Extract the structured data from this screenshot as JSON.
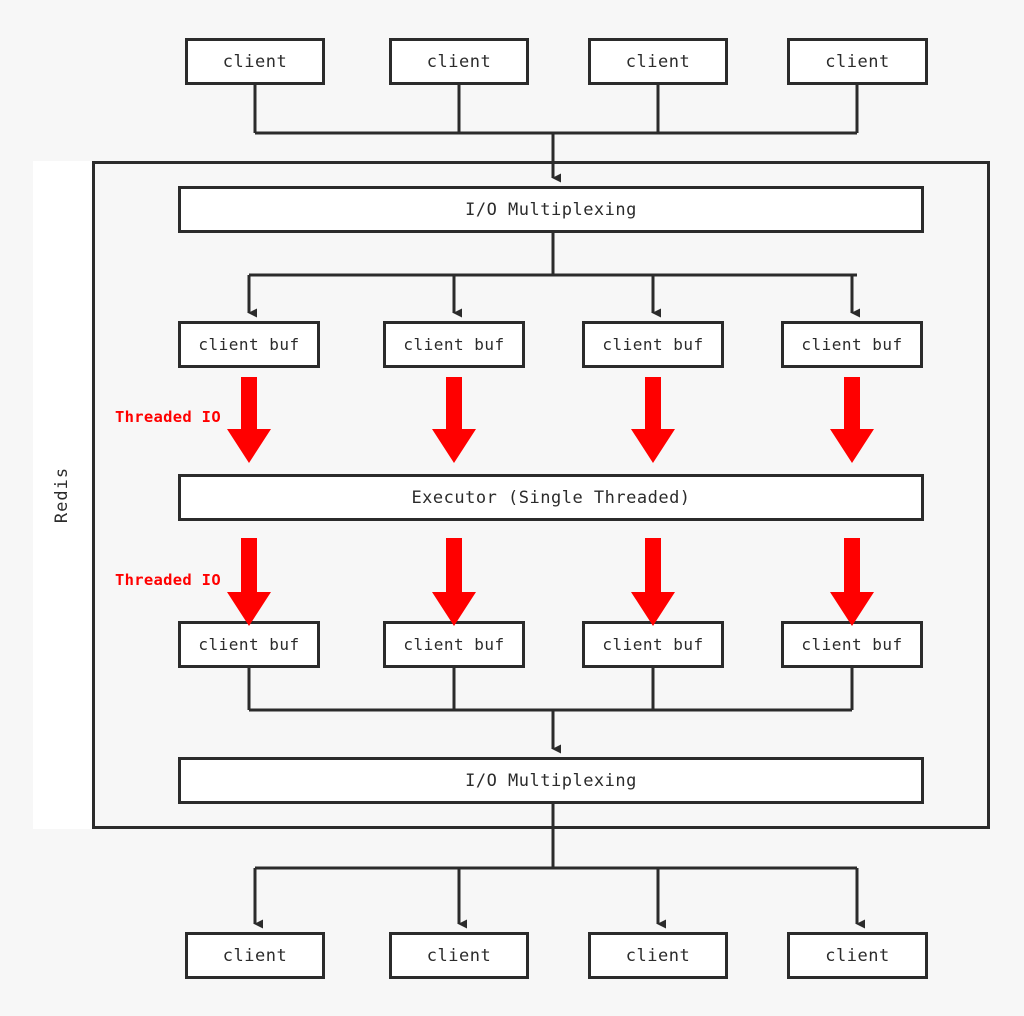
{
  "diagram": {
    "title_label": "Redis",
    "background_color": "#f7f7f7",
    "stroke_color": "#2b2b2b",
    "accent_color": "#ff0000",
    "box_fill": "#ffffff"
  },
  "top_clients": [
    {
      "label": "client"
    },
    {
      "label": "client"
    },
    {
      "label": "client"
    },
    {
      "label": "client"
    }
  ],
  "bottom_clients": [
    {
      "label": "client"
    },
    {
      "label": "client"
    },
    {
      "label": "client"
    },
    {
      "label": "client"
    }
  ],
  "redis": {
    "side_label": "Redis",
    "ingress_mux": {
      "label": "I/O Multiplexing"
    },
    "egress_mux": {
      "label": "I/O Multiplexing"
    },
    "executor": {
      "label": "Executor (Single Threaded)"
    },
    "input_buffers": [
      {
        "label": "client buf"
      },
      {
        "label": "client buf"
      },
      {
        "label": "client buf"
      },
      {
        "label": "client buf"
      }
    ],
    "output_buffers": [
      {
        "label": "client buf"
      },
      {
        "label": "client buf"
      },
      {
        "label": "client buf"
      },
      {
        "label": "client buf"
      }
    ],
    "threaded_io_read_label": "Threaded IO",
    "threaded_io_write_label": "Threaded IO"
  }
}
